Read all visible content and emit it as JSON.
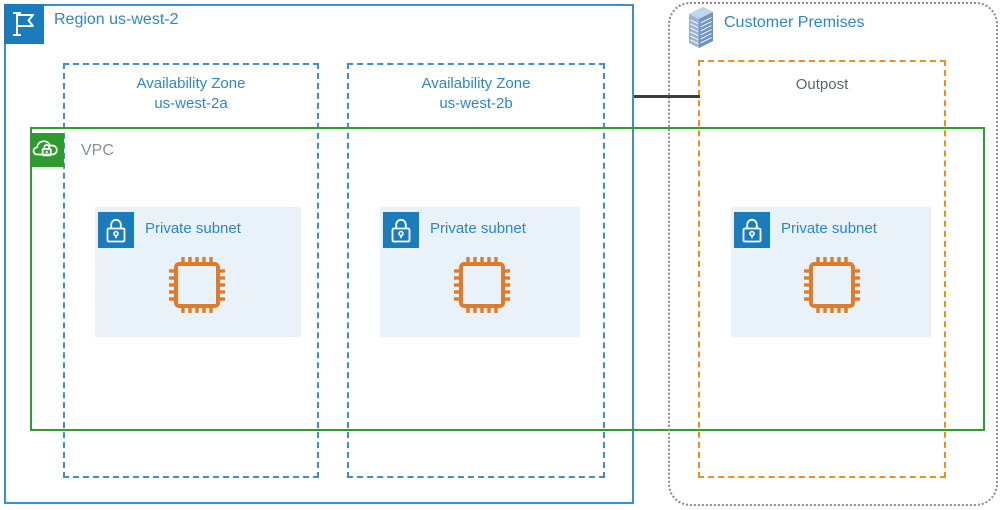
{
  "diagram": {
    "title": "AWS Outposts VPC extension architecture",
    "colors": {
      "region_blue": "#3a8fd0",
      "label_blue": "#2e86c9",
      "icon_blue": "#1a7bbd",
      "vpc_green": "#2f9e2f",
      "vpc_icon_green": "#2e9b2e",
      "vpc_label_gray": "#8a9199",
      "outpost_orange": "#f08c1a",
      "ec2_orange": "#e07b28",
      "premises_gray": "#8c8c8c",
      "outpost_label_gray": "#5c6670",
      "subnet_panel_bg": "#e8f2f8",
      "connector_dark": "#3d3d3d"
    }
  },
  "region": {
    "icon": "region-flag-icon",
    "title": "Region us-west-2",
    "border_style": "solid"
  },
  "availability_zones": [
    {
      "id": "az-us-west-2a",
      "title": "Availability Zone\nus-west-2a",
      "border_style": "dashed"
    },
    {
      "id": "az-us-west-2b",
      "title": "Availability Zone\nus-west-2b",
      "border_style": "dashed"
    }
  ],
  "vpc": {
    "icon": "vpc-cloud-lock-icon",
    "title": "VPC",
    "border_style": "solid"
  },
  "customer_premises": {
    "icon": "corporate-datacenter-icon",
    "title": "Customer Premises",
    "border_style": "dotted-rounded"
  },
  "outpost": {
    "title": "Outpost",
    "border_style": "dashed"
  },
  "connector": {
    "name": "region-to-outpost-link",
    "style": "solid"
  },
  "subnets": [
    {
      "id": "private-subnet-az-a",
      "icon": "private-subnet-lock-icon",
      "label": "Private subnet",
      "resource": {
        "icon": "ec2-instance-icon",
        "name": "EC2 instance"
      }
    },
    {
      "id": "private-subnet-az-b",
      "icon": "private-subnet-lock-icon",
      "label": "Private subnet",
      "resource": {
        "icon": "ec2-instance-icon",
        "name": "EC2 instance"
      }
    },
    {
      "id": "private-subnet-outpost",
      "icon": "private-subnet-lock-icon",
      "label": "Private subnet",
      "resource": {
        "icon": "ec2-instance-icon",
        "name": "EC2 instance"
      }
    }
  ]
}
